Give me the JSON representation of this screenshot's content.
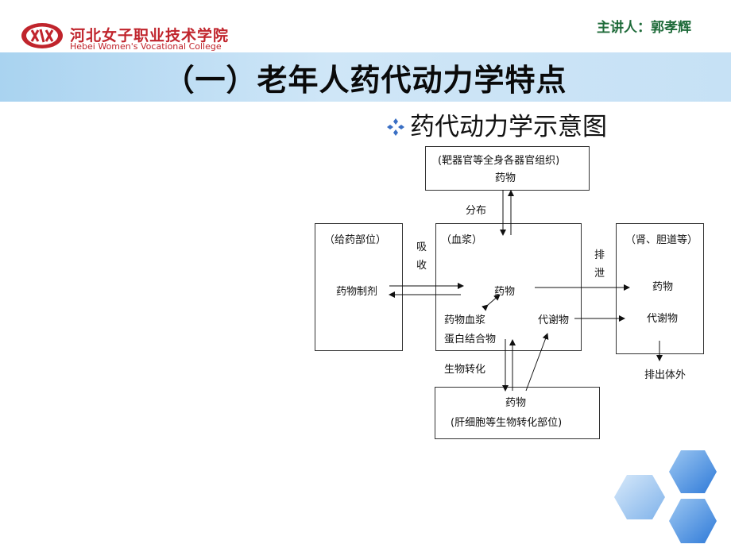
{
  "header": {
    "logo_cn": "河北女子职业技术学院",
    "logo_en": "Hebei Women's Vocational College",
    "speaker": "主讲人：郭孝辉"
  },
  "slide": {
    "title": "（一）老年人药代动力学特点",
    "subtitle": "药代动力学示意图"
  },
  "diagram": {
    "target": {
      "line1": "(靶器官等全身各器官组织)",
      "line2": "药物"
    },
    "admin": {
      "line1": "（给药部位）",
      "line2": "药物制剂"
    },
    "plasma": {
      "line1": "（血浆）",
      "drug": "药物",
      "bound1": "药物血浆",
      "bound2": "蛋白结合物",
      "metabolite": "代谢物"
    },
    "kidney": {
      "line1": "（肾、胆道等）",
      "drug": "药物",
      "metabolite": "代谢物"
    },
    "liver": {
      "line1": "药物",
      "line2": "(肝细胞等生物转化部位)"
    },
    "labels": {
      "distribution": "分布",
      "absorb1": "吸",
      "absorb2": "收",
      "excrete1": "排",
      "excrete2": "泄",
      "biotransform": "生物转化",
      "outside": "排出体外"
    }
  },
  "colors": {
    "brand_red": "#c0242c",
    "speaker_green": "#1f6b3a",
    "hex_blue": "#4d8fd9"
  }
}
